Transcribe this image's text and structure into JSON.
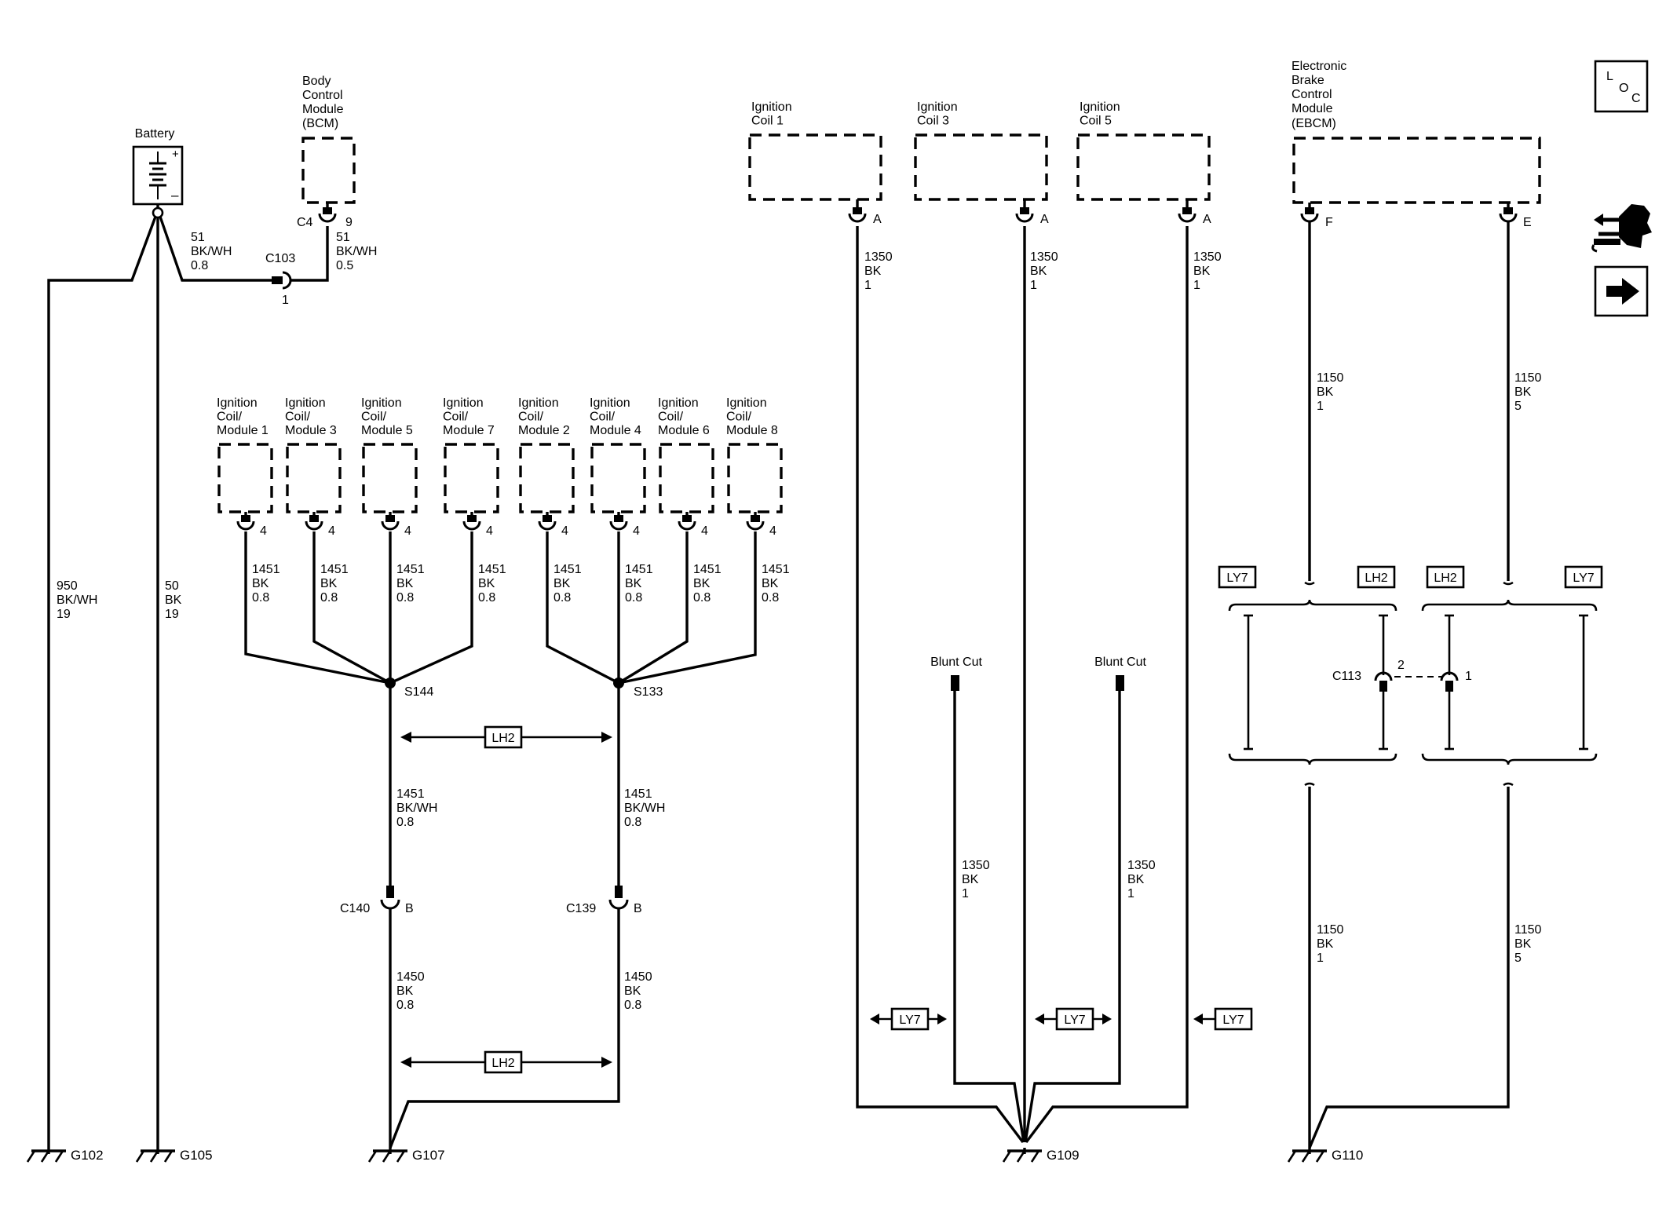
{
  "components": {
    "battery": {
      "lines": [
        "Battery"
      ]
    },
    "bcm": {
      "lines": [
        "Body",
        "Control",
        "Module",
        "(BCM)"
      ],
      "connector": "C4",
      "pin": "9"
    },
    "coils_top": [
      {
        "lines": [
          "Ignition",
          "Coil 1"
        ],
        "pin": "A"
      },
      {
        "lines": [
          "Ignition",
          "Coil 3"
        ],
        "pin": "A"
      },
      {
        "lines": [
          "Ignition",
          "Coil 5"
        ],
        "pin": "A"
      }
    ],
    "coil_modules": [
      {
        "lines": [
          "Ignition",
          "Coil/",
          "Module 1"
        ],
        "pin": "4"
      },
      {
        "lines": [
          "Ignition",
          "Coil/",
          "Module 3"
        ],
        "pin": "4"
      },
      {
        "lines": [
          "Ignition",
          "Coil/",
          "Module 5"
        ],
        "pin": "4"
      },
      {
        "lines": [
          "Ignition",
          "Coil/",
          "Module 7"
        ],
        "pin": "4"
      },
      {
        "lines": [
          "Ignition",
          "Coil/",
          "Module 2"
        ],
        "pin": "4"
      },
      {
        "lines": [
          "Ignition",
          "Coil/",
          "Module 4"
        ],
        "pin": "4"
      },
      {
        "lines": [
          "Ignition",
          "Coil/",
          "Module 6"
        ],
        "pin": "4"
      },
      {
        "lines": [
          "Ignition",
          "Coil/",
          "Module 8"
        ],
        "pin": "4"
      }
    ],
    "ebcm": {
      "lines": [
        "Electronic",
        "Brake",
        "Control",
        "Module",
        "(EBCM)"
      ],
      "pins": [
        "F",
        "E"
      ]
    }
  },
  "connectors": {
    "c103": {
      "name": "C103",
      "pin": "1"
    },
    "c140": {
      "name": "C140",
      "pin": "B"
    },
    "c139": {
      "name": "C139",
      "pin": "B"
    },
    "c113": {
      "name": "C113",
      "pin_left": "2",
      "pin_right": "1"
    }
  },
  "splices": {
    "s144": "S144",
    "s133": "S133"
  },
  "wires": {
    "bat_g102": [
      "950",
      "BK/WH",
      "19"
    ],
    "bat_g105": [
      "50",
      "BK",
      "19"
    ],
    "bat_c103": [
      "51",
      "BK/WH",
      "0.8"
    ],
    "bcm_c103": [
      "51",
      "BK/WH",
      "0.5"
    ],
    "coil_module": [
      "1451",
      "BK",
      "0.8"
    ],
    "s144_c140": [
      "1451",
      "BK/WH",
      "0.8"
    ],
    "s133_c139": [
      "1451",
      "BK/WH",
      "0.8"
    ],
    "c140_g107": [
      "1450",
      "BK",
      "0.8"
    ],
    "c139_g107": [
      "1450",
      "BK",
      "0.8"
    ],
    "coil_top": [
      "1350",
      "BK",
      "1"
    ],
    "blunt": [
      "1350",
      "BK",
      "1"
    ],
    "ebcm_f": [
      "1150",
      "BK",
      "1"
    ],
    "ebcm_e": [
      "1150",
      "BK",
      "5"
    ],
    "c113_g110_l": [
      "1150",
      "BK",
      "1"
    ],
    "c113_g110_r": [
      "1150",
      "BK",
      "5"
    ]
  },
  "blunt_cut": "Blunt Cut",
  "options": {
    "lh2": "LH2",
    "ly7": "LY7"
  },
  "grounds": [
    "G102",
    "G105",
    "G107",
    "G109",
    "G110"
  ],
  "side_icons": {
    "loc": {
      "icon": "loc-icon",
      "letters": [
        "L",
        "O",
        "C"
      ]
    },
    "connector_icon": "connector-harness-icon",
    "arrow_icon": "arrow-right-icon"
  }
}
